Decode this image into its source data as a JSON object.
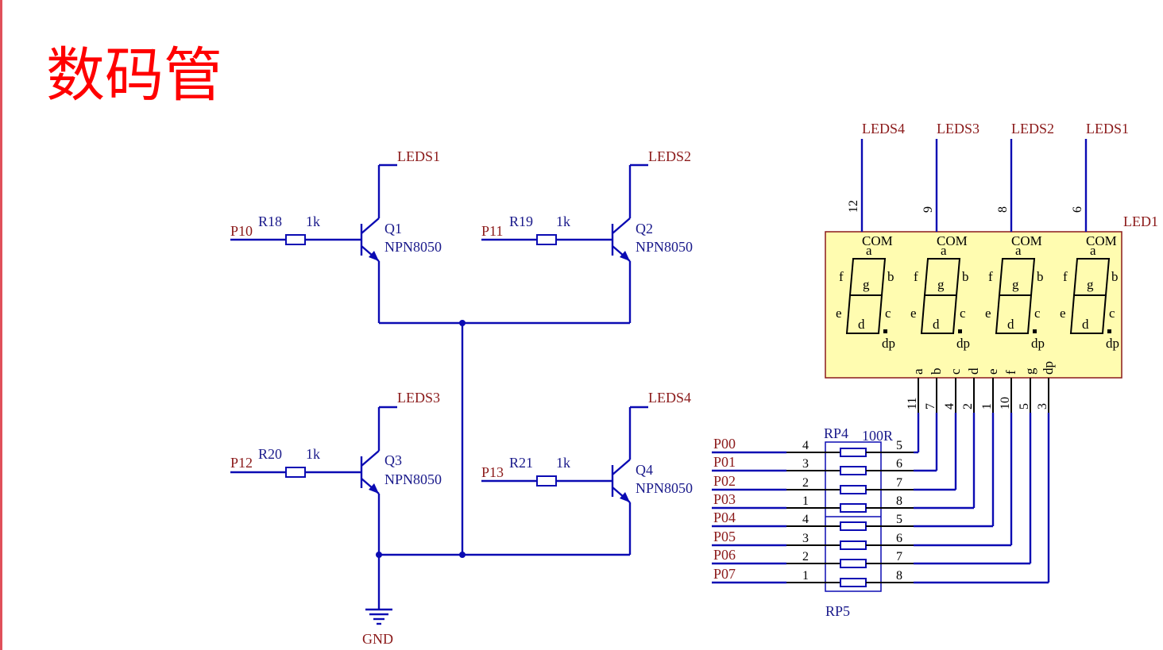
{
  "title": "数码管",
  "transistors": [
    {
      "ref": "Q1",
      "part": "NPN8050",
      "input": "P10",
      "res": "R18",
      "res_val": "1k",
      "net": "LEDS1"
    },
    {
      "ref": "Q2",
      "part": "NPN8050",
      "input": "P11",
      "res": "R19",
      "res_val": "1k",
      "net": "LEDS2"
    },
    {
      "ref": "Q3",
      "part": "NPN8050",
      "input": "P12",
      "res": "R20",
      "res_val": "1k",
      "net": "LEDS3"
    },
    {
      "ref": "Q4",
      "part": "NPN8050",
      "input": "P13",
      "res": "R21",
      "res_val": "1k",
      "net": "LEDS4"
    }
  ],
  "gnd_label": "GND",
  "display": {
    "ref": "LED1",
    "top_nets": [
      "LEDS4",
      "LEDS3",
      "LEDS2",
      "LEDS1"
    ],
    "top_pins": [
      "12",
      "9",
      "8",
      "6"
    ],
    "com_label": "COM",
    "segments": [
      "a",
      "b",
      "c",
      "d",
      "e",
      "f",
      "g",
      "dp"
    ],
    "bottom_pins": [
      "11",
      "7",
      "4",
      "2",
      "1",
      "10",
      "5",
      "3"
    ]
  },
  "resistor_arrays": {
    "rp4_ref": "RP4",
    "rp4_value": "100R",
    "rp5_ref": "RP5",
    "ports": [
      "P00",
      "P01",
      "P02",
      "P03",
      "P04",
      "P05",
      "P06",
      "P07"
    ],
    "left_pins": [
      "4",
      "3",
      "2",
      "1",
      "4",
      "3",
      "2",
      "1"
    ],
    "right_pins": [
      "5",
      "6",
      "7",
      "8",
      "5",
      "6",
      "7",
      "8"
    ]
  }
}
